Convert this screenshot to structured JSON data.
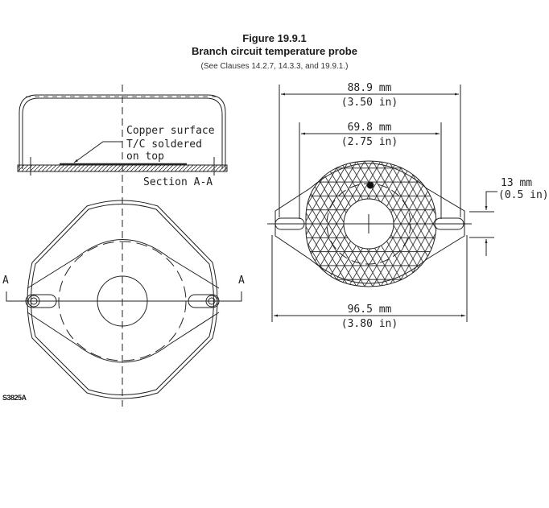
{
  "figure": {
    "number": "Figure 19.9.1",
    "title": "Branch circuit temperature probe",
    "reference": "(See Clauses 14.2.7, 14.3.3, and 19.9.1.)"
  },
  "section_view": {
    "note_line1": "Copper surface",
    "note_line2": "T/C soldered",
    "note_line3": "on top",
    "label": "Section A-A"
  },
  "plan_view": {
    "section_marker_left": "A",
    "section_marker_right": "A"
  },
  "dimensions": {
    "outer_width_mm": "88.9  mm",
    "outer_width_in": "(3.50  in)",
    "inner_width_mm": "69.8  mm",
    "inner_width_in": "(2.75  in)",
    "slot_height_mm": "13  mm",
    "slot_height_in": "(0.5  in)",
    "overall_width_mm": "96.5  mm",
    "overall_width_in": "(3.80  in)"
  },
  "drawing_code": "S3825A",
  "colors": {
    "line": "#222222",
    "background": "#ffffff"
  }
}
